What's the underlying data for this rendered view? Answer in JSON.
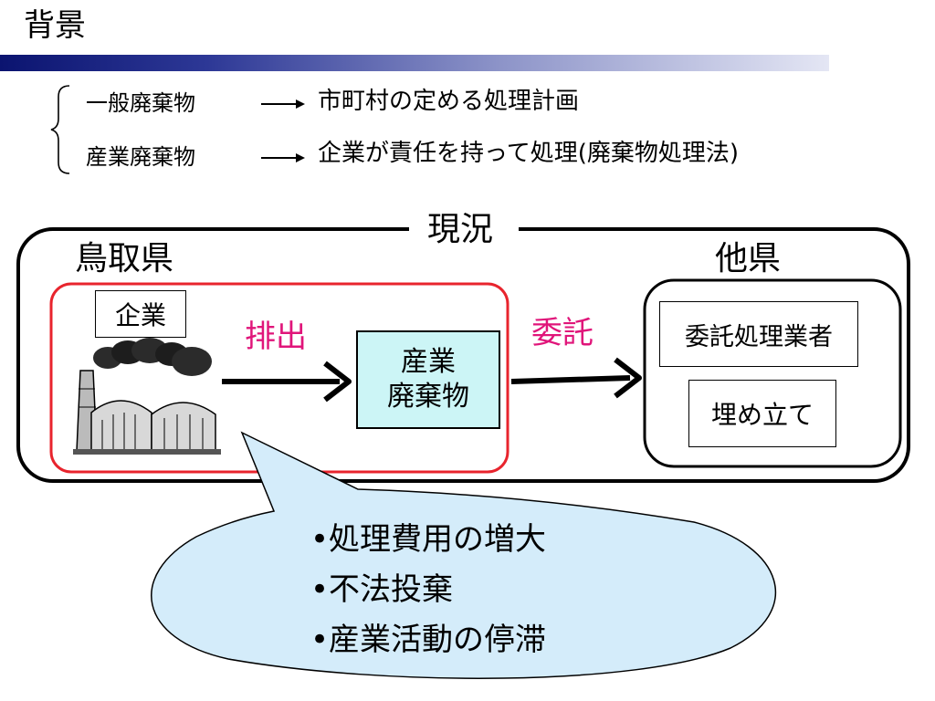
{
  "slide": {
    "title": "背景"
  },
  "definitions": [
    {
      "term": "一般廃棄物",
      "description": "市町村の定める処理計画"
    },
    {
      "term": "産業廃棄物",
      "description": "企業が責任を持って処理(廃棄物処理法)"
    }
  ],
  "diagram": {
    "frame_label": "現況",
    "left_region": "鳥取県",
    "right_region": "他県",
    "company_label": "企業",
    "discharge_label": "排出",
    "waste_lines": [
      "産業",
      "廃棄物"
    ],
    "entrust_label": "委託",
    "contractor_label": "委託処理業者",
    "landfill_label": "埋め立て"
  },
  "problems": [
    "•処理費用の増大",
    "•不法投棄",
    "•産業活動の停滞"
  ],
  "colors": {
    "accent_magenta": "#e0157a",
    "red_frame": "#e8242d",
    "waste_fill": "#ccf5f6",
    "bubble_fill": "#d4ecfa",
    "title_bar_dark": "#0b1470"
  }
}
